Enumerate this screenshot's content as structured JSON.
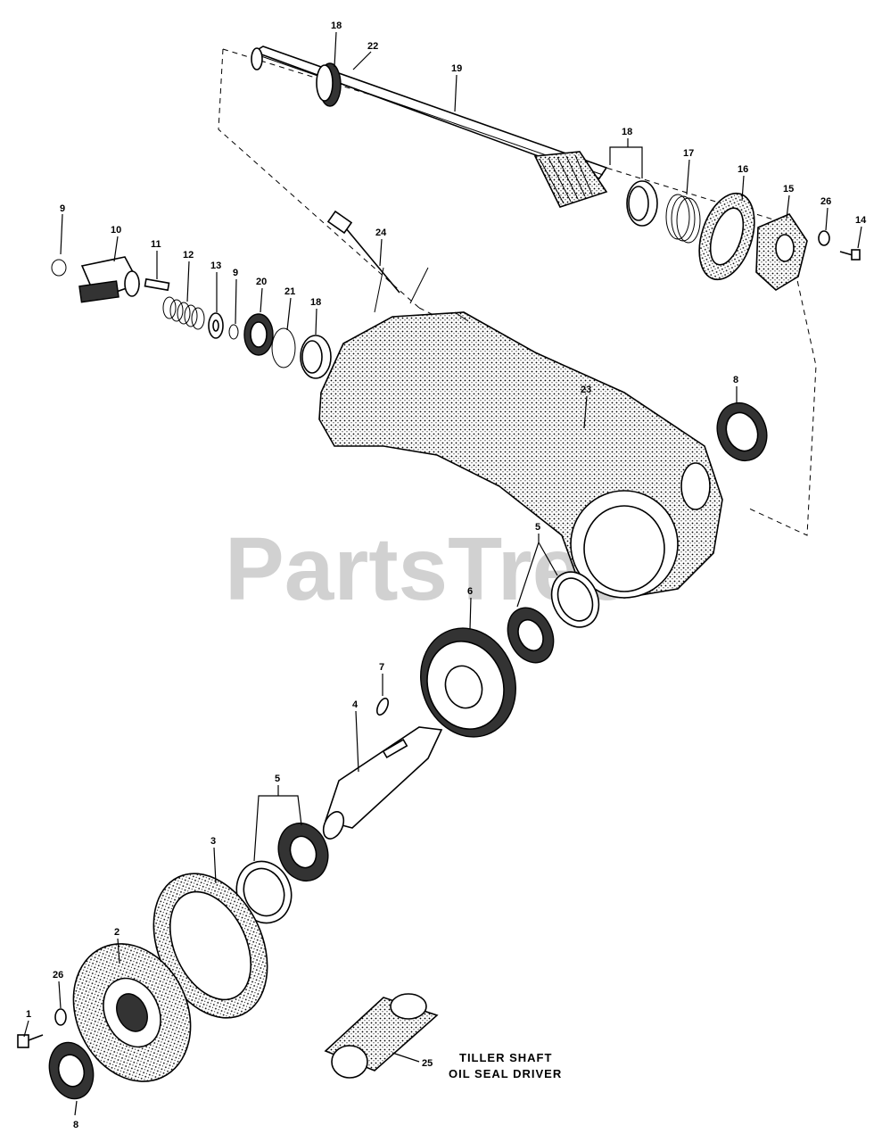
{
  "watermark": "PartsTree",
  "caption": {
    "line1": "TILLER SHAFT",
    "line2": "OIL SEAL DRIVER"
  },
  "callouts": {
    "c18_top": "18",
    "c22": "22",
    "c19": "19",
    "c18_pair": "18",
    "c17": "17",
    "c16": "16",
    "c15": "15",
    "c26_top": "26",
    "c14": "14",
    "c9_left": "9",
    "c10": "10",
    "c11": "11",
    "c12": "12",
    "c13": "13",
    "c9_mid": "9",
    "c20": "20",
    "c21": "21",
    "c18_mid": "18",
    "c24": "24",
    "c23": "23",
    "c8_top": "8",
    "c5_top": "5",
    "c6": "6",
    "c7": "7",
    "c4": "4",
    "c5_bottom": "5",
    "c3": "3",
    "c2": "2",
    "c26_bottom": "26",
    "c1": "1",
    "c8_bottom": "8",
    "c25": "25"
  }
}
